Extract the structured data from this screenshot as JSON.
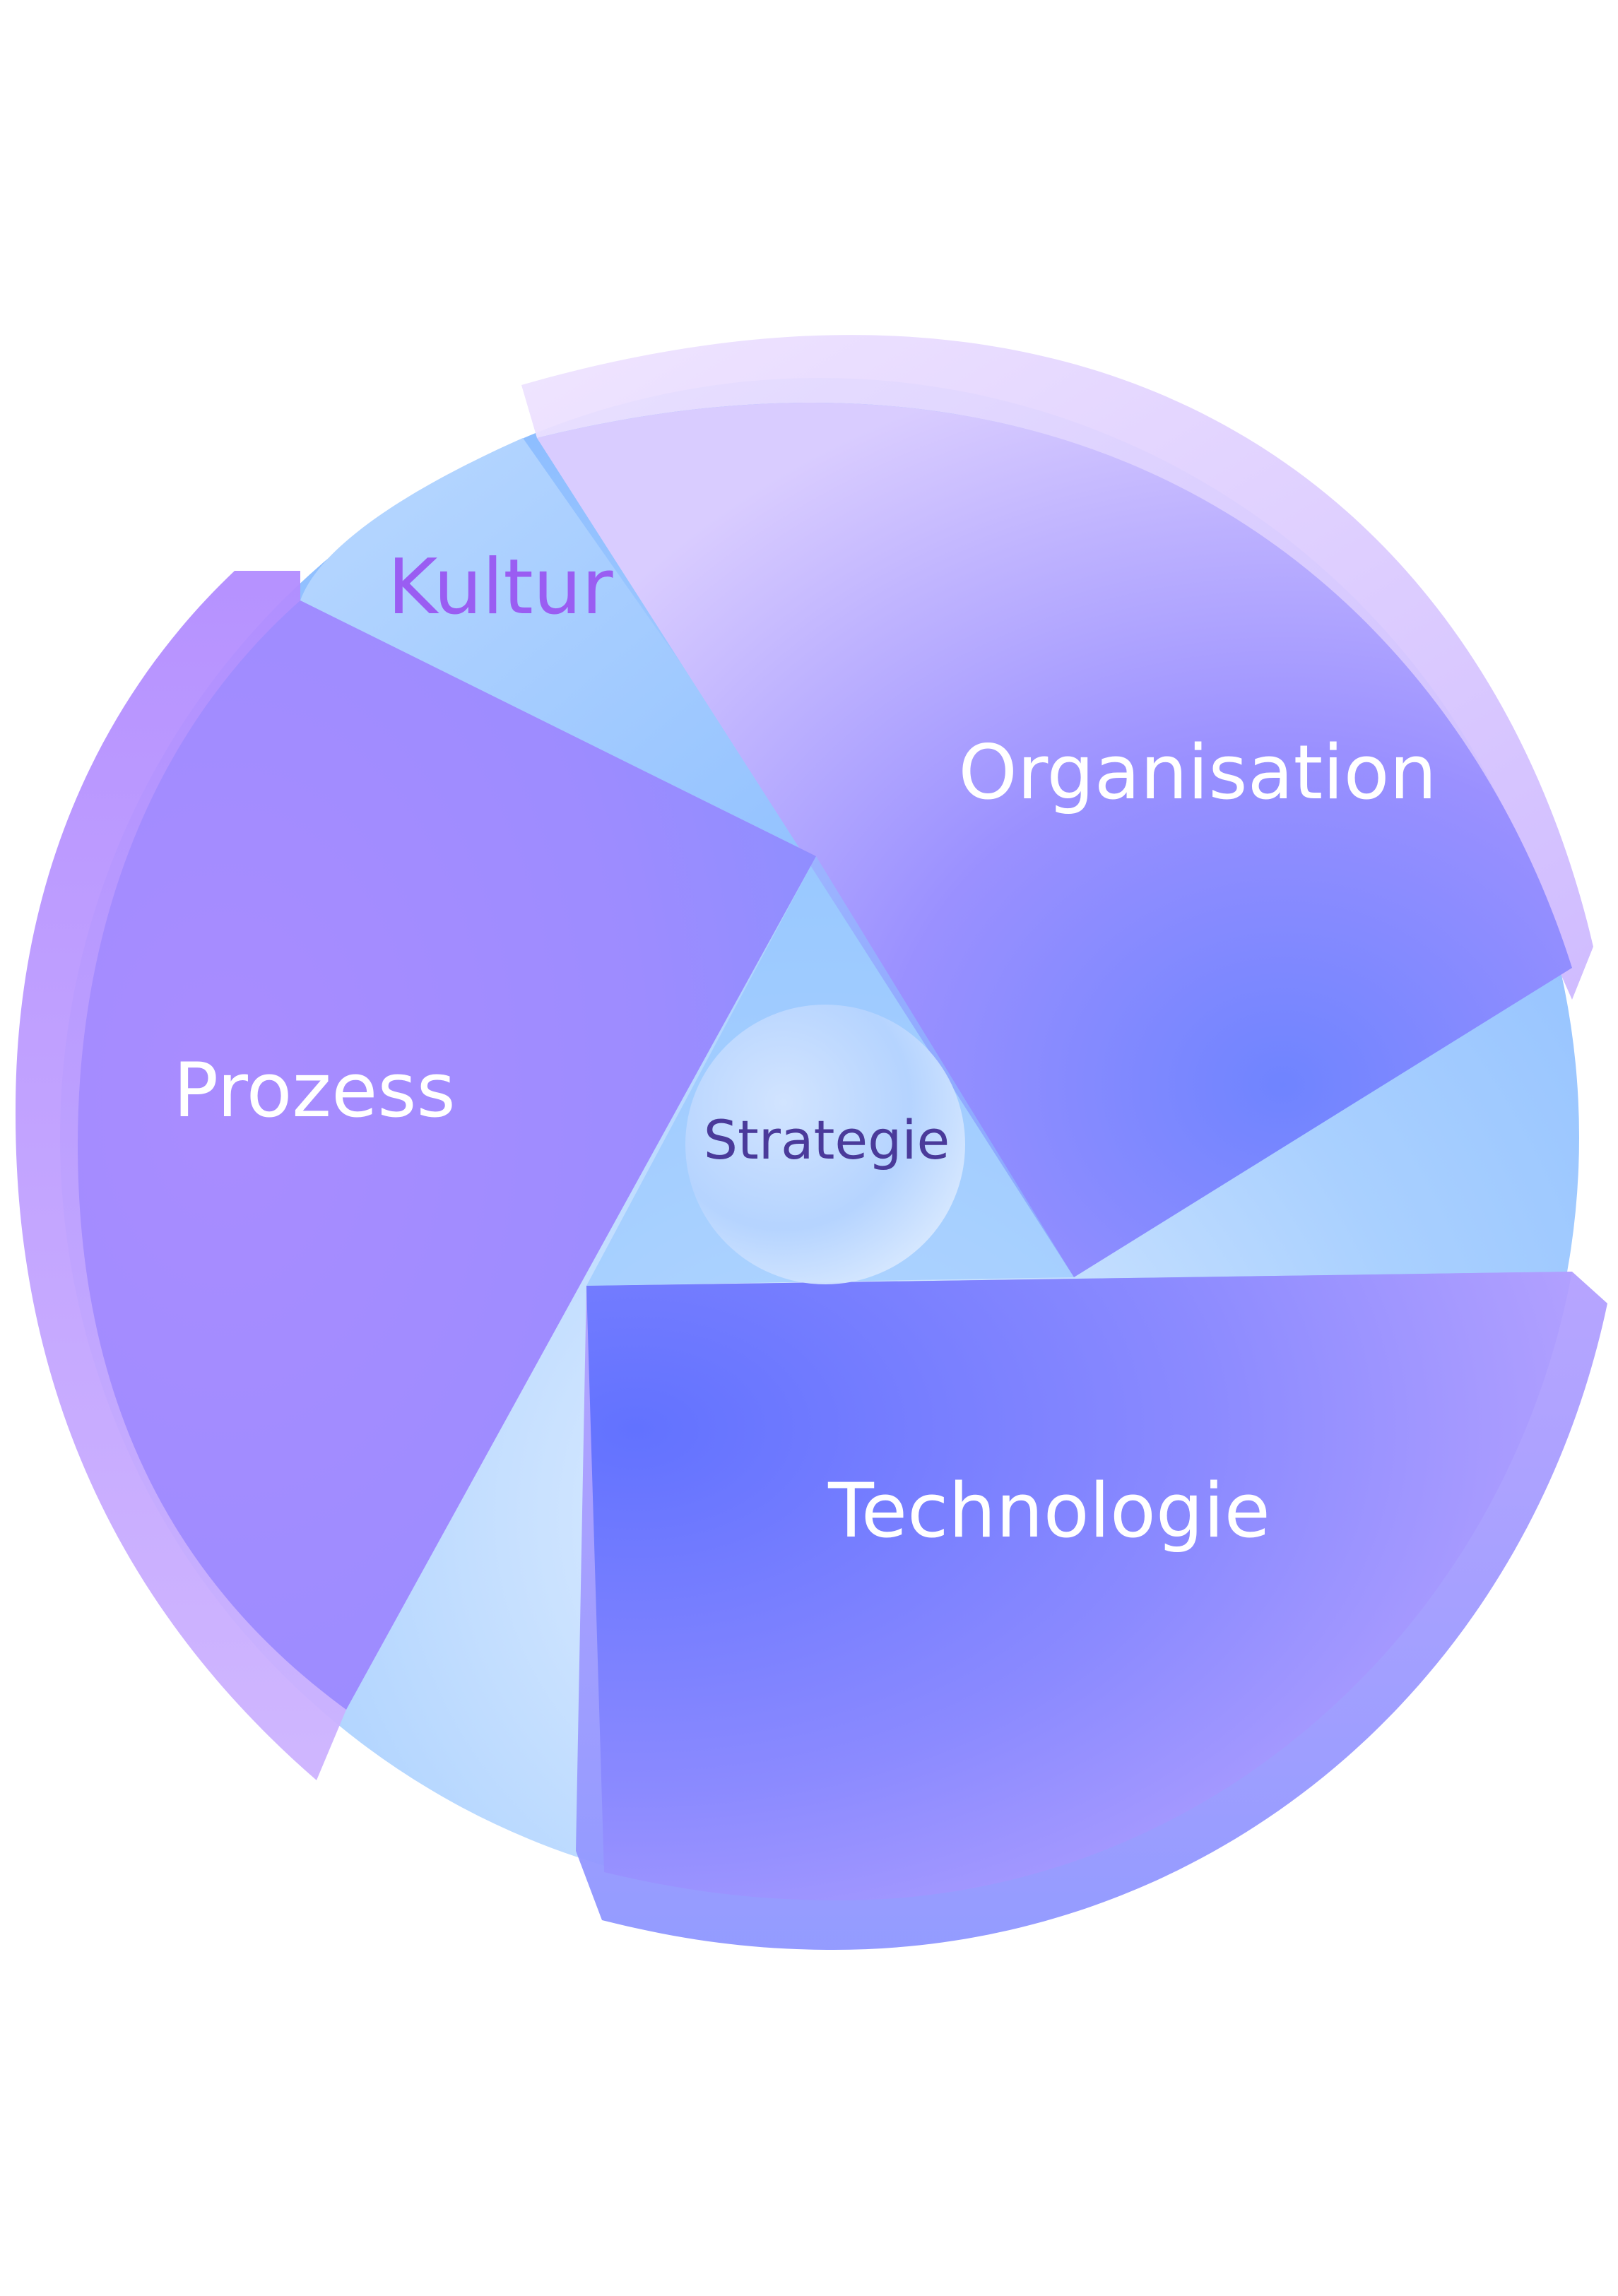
{
  "diagram": {
    "center": {
      "label": "Strategie"
    },
    "segments": [
      {
        "id": "kultur",
        "label": "Kultur"
      },
      {
        "id": "organisation",
        "label": "Organisation"
      },
      {
        "id": "prozess",
        "label": "Prozess"
      },
      {
        "id": "technologie",
        "label": "Technologie"
      }
    ]
  },
  "colors": {
    "background": "#ffffff",
    "light_blue": "#9fc8ff",
    "lavender": "#a58cff",
    "violet": "#b394ff",
    "indigo": "#6f7bff",
    "kultur_text": "#9a5df2",
    "white_text": "#ffffff",
    "center_text": "#4a3a9a"
  }
}
